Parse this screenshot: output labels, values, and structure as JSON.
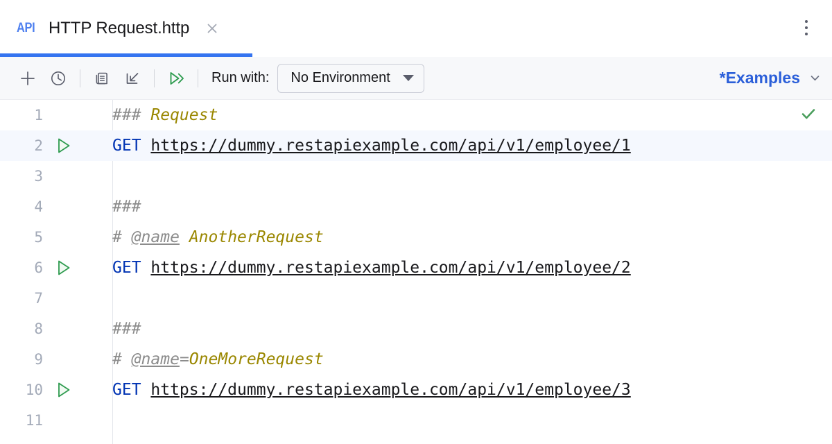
{
  "tab": {
    "badge": "API",
    "title": "HTTP Request.http",
    "close_icon": "close-icon"
  },
  "window": {
    "kebab_icon": "more-vertical-icon"
  },
  "toolbar": {
    "buttons": [
      {
        "name": "add-request-button",
        "icon": "plus-icon"
      },
      {
        "name": "history-button",
        "icon": "clock-icon"
      },
      {
        "name": "examples-button",
        "icon": "documents-icon"
      },
      {
        "name": "import-button",
        "icon": "import-arrow-icon"
      },
      {
        "name": "run-all-button",
        "icon": "run-all-icon"
      }
    ],
    "run_with_label": "Run with:",
    "environment": {
      "value": "No Environment",
      "caret_icon": "caret-down-icon"
    },
    "examples_label": "*Examples",
    "examples_caret_icon": "chevron-down-icon"
  },
  "editor": {
    "inspection_icon": "checkmark-icon",
    "current_line": 2,
    "lines": [
      {
        "number": "1",
        "runnable": false,
        "tokens": [
          {
            "t": "### ",
            "c": "hash"
          },
          {
            "t": "Request",
            "c": "name"
          }
        ]
      },
      {
        "number": "2",
        "runnable": true,
        "tokens": [
          {
            "t": "GET ",
            "c": "method"
          },
          {
            "t": "https://dummy.restapiexample.com/api/v1/employee/1",
            "c": "url"
          }
        ]
      },
      {
        "number": "3",
        "runnable": false,
        "tokens": []
      },
      {
        "number": "4",
        "runnable": false,
        "tokens": [
          {
            "t": "###",
            "c": "hash"
          }
        ]
      },
      {
        "number": "5",
        "runnable": false,
        "tokens": [
          {
            "t": "# ",
            "c": "hash"
          },
          {
            "t": "@name",
            "c": "at"
          },
          {
            "t": " ",
            "c": "hash"
          },
          {
            "t": "AnotherRequest",
            "c": "name"
          }
        ]
      },
      {
        "number": "6",
        "runnable": true,
        "tokens": [
          {
            "t": "GET ",
            "c": "method"
          },
          {
            "t": "https://dummy.restapiexample.com/api/v1/employee/2",
            "c": "url"
          }
        ]
      },
      {
        "number": "7",
        "runnable": false,
        "tokens": []
      },
      {
        "number": "8",
        "runnable": false,
        "tokens": [
          {
            "t": "###",
            "c": "hash"
          }
        ]
      },
      {
        "number": "9",
        "runnable": false,
        "tokens": [
          {
            "t": "# ",
            "c": "hash"
          },
          {
            "t": "@name",
            "c": "at"
          },
          {
            "t": "=",
            "c": "eq"
          },
          {
            "t": "OneMoreRequest",
            "c": "name"
          }
        ]
      },
      {
        "number": "10",
        "runnable": true,
        "tokens": [
          {
            "t": "GET ",
            "c": "method"
          },
          {
            "t": "https://dummy.restapiexample.com/api/v1/employee/3",
            "c": "url"
          }
        ]
      },
      {
        "number": "11",
        "runnable": false,
        "tokens": []
      }
    ]
  },
  "colors": {
    "accent_blue": "#3574F0",
    "link_blue": "#2B5FD9",
    "keyword_blue": "#0033B3",
    "comment_gray": "#8C8C8C",
    "name_olive": "#9A8700",
    "run_green": "#2E9B4F",
    "check_green": "#4A9E5C",
    "toolbar_bg": "#F7F8FA",
    "current_line_bg": "#F5F8FE"
  }
}
